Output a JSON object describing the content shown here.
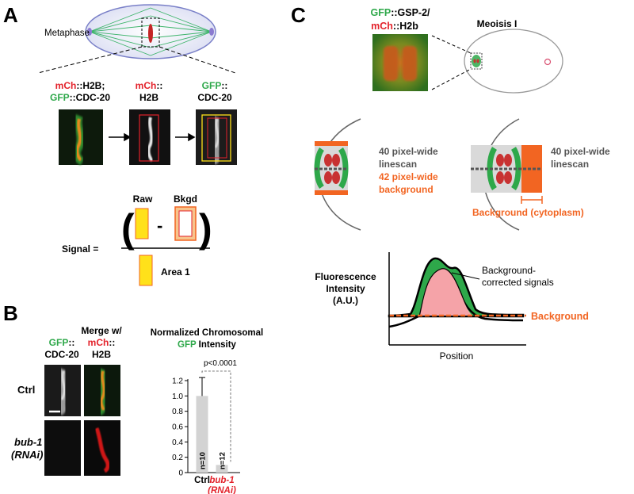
{
  "colors": {
    "red": "#e3222b",
    "green": "#2ea84a",
    "orange": "#f26522",
    "yellow": "#ffe11a",
    "pink": "#f5a3a8",
    "chrom_red": "#c83232",
    "gray_text": "#555555",
    "bar_gray": "#d3d3d3"
  },
  "panel_a": {
    "letter": "A",
    "metaphase_label": "Metaphase",
    "img1": {
      "red": "mCh",
      "black": "::H2B;",
      "green": "GFP",
      "black2": "::CDC-20"
    },
    "img2": {
      "red": "mCh",
      "black": "::",
      "line2": "H2B"
    },
    "img3": {
      "green": "GFP",
      "black": "::",
      "line2": "CDC-20"
    },
    "raw_label": "Raw",
    "bkgd_label": "Bkgd",
    "signal_label": "Signal =",
    "area_label": "Area 1",
    "open_paren": "(",
    "close_paren": ")",
    "minus": "-"
  },
  "panel_b": {
    "letter": "B",
    "col1": {
      "green": "GFP",
      "black": "::",
      "line2": "CDC-20"
    },
    "col2": {
      "line1": "Merge w/",
      "red": "mCh",
      "black": "::",
      "line3": "H2B"
    },
    "row_ctrl": "Ctrl",
    "row_bub_line1": "bub-1",
    "row_bub_line2": "(RNAi)"
  },
  "panel_c": {
    "letter": "C",
    "micro_label": {
      "green": "GFP",
      "black": "::GSP-2/",
      "red": "mCh",
      "black2": "::H2b"
    },
    "meiosis_label": "Meoisis I",
    "left_scheme": {
      "line1": "40 pixel-wide",
      "line2": "linescan",
      "line3": "42 pixel-wide",
      "line4": "background"
    },
    "right_scheme": {
      "line1": "40 pixel-wide",
      "line2": "linescan",
      "bg_label": "Background (cytoplasm)"
    },
    "ylabel_line1": "Fluorescence",
    "ylabel_line2": "Intensity",
    "ylabel_line3": "(A.U.)",
    "xlabel": "Position",
    "corrected_line1": "Background-",
    "corrected_line2": "corrected signals",
    "background_label": "Background"
  },
  "chart_data": {
    "type": "bar",
    "title_line1": "Normalized Chromosomal",
    "title_green": "GFP",
    "title_rest": " Intensity",
    "categories": [
      "Ctrl",
      "bub-1 (RNAi)"
    ],
    "category_lines": [
      [
        "Ctrl"
      ],
      [
        "bub-1",
        "(RNAi)"
      ]
    ],
    "values": [
      1.0,
      0.1
    ],
    "errors": [
      0.24,
      0.0
    ],
    "n_labels": [
      "n=10",
      "n=12"
    ],
    "p_value": "p<0.0001",
    "ylim": [
      0,
      1.2
    ],
    "yticks": [
      "0",
      "0.2",
      "0.4",
      "0.6",
      "0.8",
      "1.0",
      "1.2"
    ],
    "grid": false,
    "legend": "none"
  }
}
